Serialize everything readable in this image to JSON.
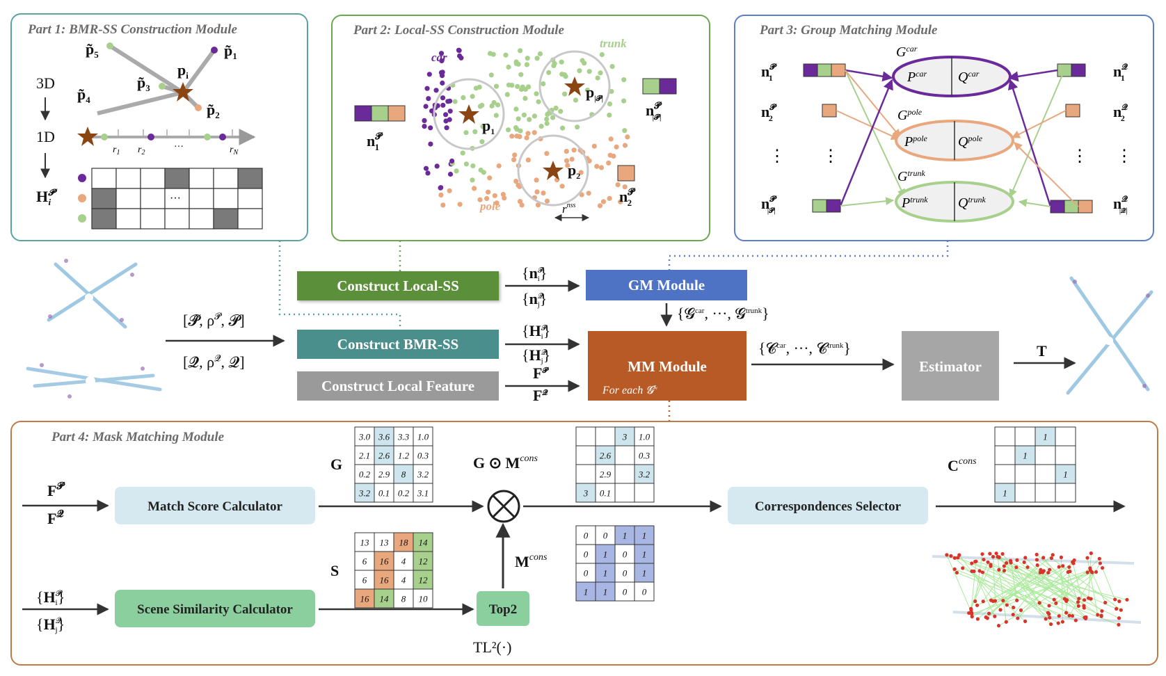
{
  "panels": {
    "part1": "Part 1: BMR-SS Construction Module",
    "part2": "Part 2: Local-SS Construction Module",
    "part3": "Part 3: Group Matching Module",
    "part4": "Part 4: Mask Matching Module"
  },
  "part1": {
    "dim3": "3D",
    "dim1": "1D",
    "hmat": "H",
    "p5": "p̃",
    "p3": "p̃",
    "pi": "p",
    "p1": "p̃",
    "p4": "p̃",
    "p2": "p̃",
    "r1": "r",
    "r2": "r",
    "dots": "···",
    "rN": "r",
    "gridDots": "···",
    "grid": [
      [
        0,
        0,
        0,
        1,
        0,
        0,
        1
      ],
      [
        1,
        0,
        0,
        0,
        0,
        0,
        0
      ],
      [
        1,
        0,
        0,
        0,
        0,
        1,
        0
      ]
    ]
  },
  "part2": {
    "car": "car",
    "trunk": "trunk",
    "pole": "pole",
    "p1": "p",
    "p2": "p",
    "pP": "p",
    "rnss": "r",
    "n1": "n",
    "n2": "n",
    "nP": "n"
  },
  "part3": {
    "gcar": "G",
    "gpole": "G",
    "gtrunk": "G",
    "pcar": "P",
    "qcar": "Q",
    "ppole": "P",
    "qpole": "Q",
    "ptrunk": "P",
    "qtrunk": "Q"
  },
  "modules": {
    "local_ss": "Construct Local-SS",
    "bmr_ss": "Construct BMR-SS",
    "local_feat": "Construct Local Feature",
    "gm": "GM Module",
    "mm": "MM Module",
    "mm_sub": "For each",
    "estimator": "Estimator",
    "T": "T"
  },
  "part4": {
    "match_score": "Match Score Calculator",
    "scene_sim": "Scene Similarity Calculator",
    "selector": "Correspondences Selector",
    "top2": "Top2",
    "tl2": "TL²(·)",
    "G": "G",
    "S": "S",
    "GM": "G ⊙ M",
    "M": "M",
    "C": "C",
    "G_table": [
      [
        "3.0",
        "3.6",
        "3.3",
        "1.0"
      ],
      [
        "2.1",
        "2.6",
        "1.2",
        "0.3"
      ],
      [
        "0.2",
        "2.9",
        "8",
        "3.2"
      ],
      [
        "3.2",
        "0.1",
        "0.2",
        "3.1"
      ]
    ],
    "GM_table": [
      [
        "",
        "",
        "3",
        "1.0"
      ],
      [
        "",
        "2.6",
        "",
        "0.3"
      ],
      [
        "",
        "2.9",
        "",
        "3.2"
      ],
      [
        "3",
        "0.1",
        "",
        ""
      ]
    ],
    "S_table": [
      [
        "13",
        "13",
        "18",
        "14"
      ],
      [
        "6",
        "16",
        "4",
        "12"
      ],
      [
        "6",
        "16",
        "4",
        "12"
      ],
      [
        "16",
        "14",
        "8",
        "10"
      ]
    ],
    "M_table": [
      [
        "0",
        "0",
        "1",
        "1"
      ],
      [
        "0",
        "1",
        "0",
        "1"
      ],
      [
        "0",
        "1",
        "0",
        "1"
      ],
      [
        "1",
        "1",
        "0",
        "0"
      ]
    ],
    "C_table": [
      [
        "",
        "",
        "1",
        ""
      ],
      [
        "",
        "1",
        "",
        ""
      ],
      [
        "",
        "",
        "",
        "1"
      ],
      [
        "1",
        "",
        "",
        ""
      ]
    ]
  },
  "colors": {
    "green_dark": "#5b8f3a",
    "teal": "#4a8f8c",
    "gray": "#9a9a9a",
    "blue": "#4e73c4",
    "orange": "#b85a25",
    "purple": "#6a2a9a",
    "salmon": "#e9a77d",
    "lightgreen": "#a8d08d",
    "lightblue": "#d6e9f0",
    "mint": "#8ccf9f"
  }
}
